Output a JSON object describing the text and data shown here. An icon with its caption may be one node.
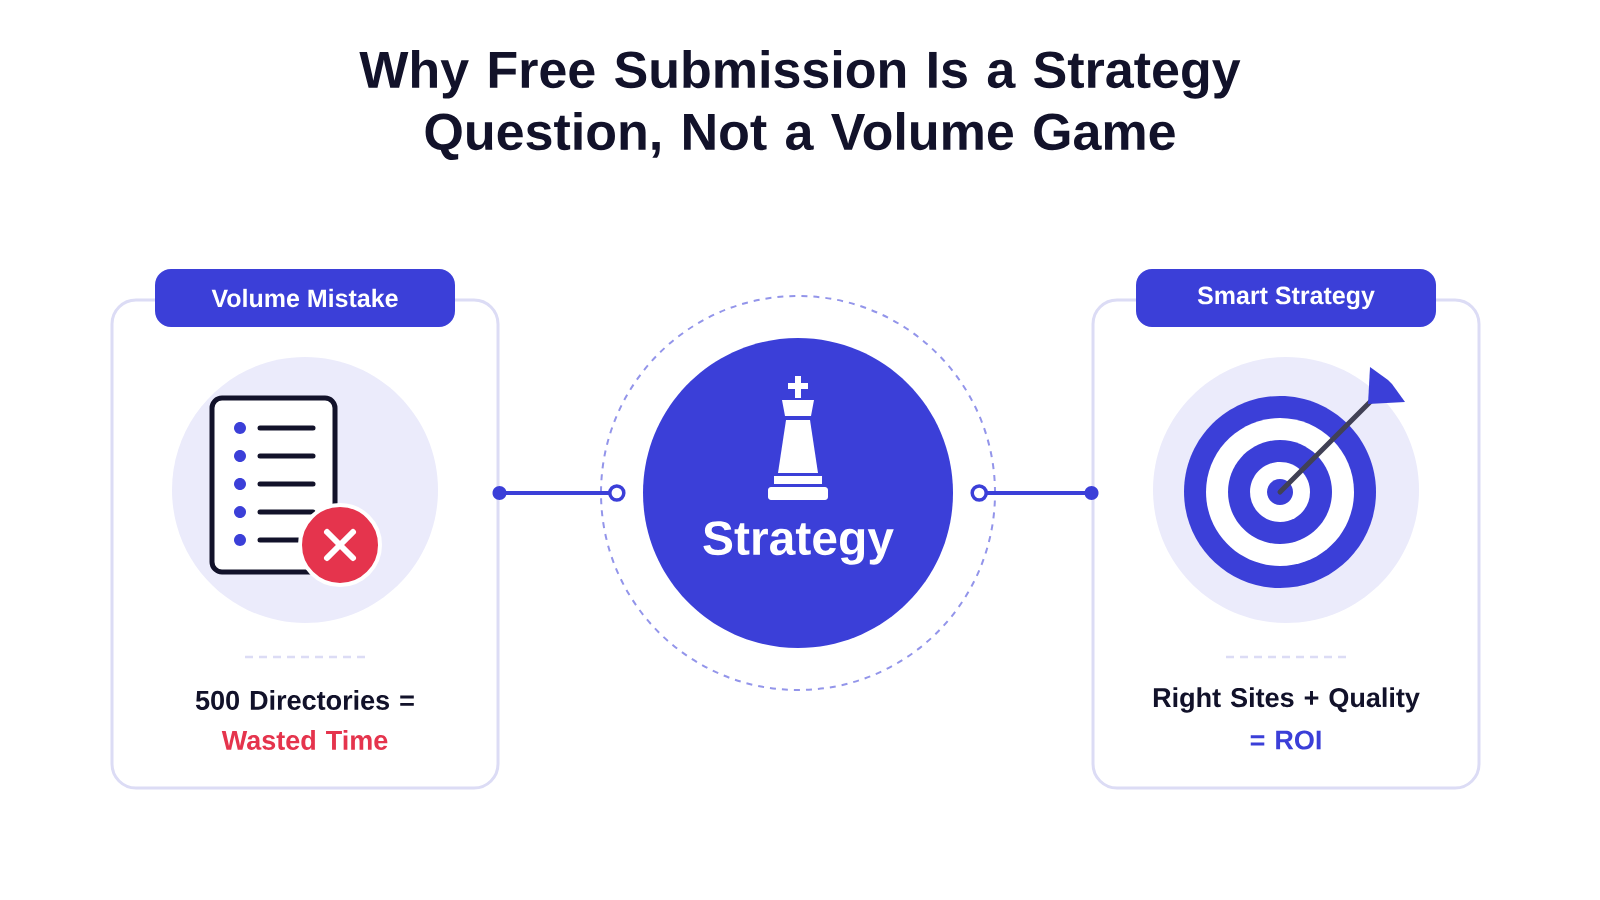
{
  "diagram": {
    "title": "Why Free Submission Is a Strategy Question, Not a Volume Game",
    "nodes": [
      {
        "text": [
          "Volume Mistake",
          "500 Directories =",
          "Wasted Time"
        ]
      },
      {
        "text": [
          "Strategy"
        ]
      },
      {
        "text": [
          "Smart Strategy",
          "Right Sites + Quality",
          "= ROI"
        ]
      }
    ],
    "edges": [
      {
        "from": 0,
        "to": 1,
        "arrow": "other"
      },
      {
        "from": 1,
        "to": 2,
        "arrow": "other"
      }
    ]
  }
}
